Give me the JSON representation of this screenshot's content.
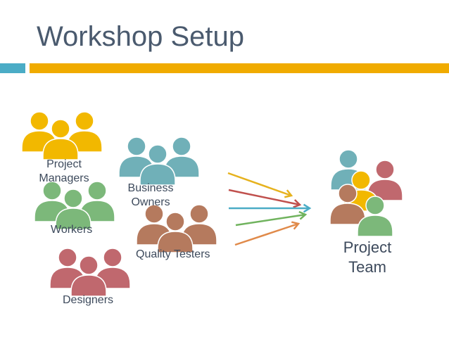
{
  "slide": {
    "title": "Workshop Setup",
    "accent_bar_color": "#4bacc6",
    "title_bar_color": "#f0ab00"
  },
  "groups": [
    {
      "id": "project-managers",
      "label_lines": [
        "Project",
        "Managers"
      ],
      "color": "#f2b800",
      "icon": "people-group-icon"
    },
    {
      "id": "business-owners",
      "label_lines": [
        "Business",
        "Owners"
      ],
      "color": "#70b0b8",
      "icon": "people-group-icon"
    },
    {
      "id": "workers",
      "label_lines": [
        "Workers"
      ],
      "color": "#7cb87a",
      "icon": "people-group-icon"
    },
    {
      "id": "quality-testers",
      "label_lines": [
        "Quality Testers"
      ],
      "color": "#b57a5e",
      "icon": "people-group-icon"
    },
    {
      "id": "designers",
      "label_lines": [
        "Designers"
      ],
      "color": "#c0686e",
      "icon": "people-group-icon"
    }
  ],
  "arrows": [
    {
      "color": "#e6b21e"
    },
    {
      "color": "#c0504d"
    },
    {
      "color": "#4bacc6"
    },
    {
      "color": "#70b35e"
    },
    {
      "color": "#e08a4a"
    }
  ],
  "project_team": {
    "label_lines": [
      "Project",
      "Team"
    ],
    "member_colors": [
      "#70b0b8",
      "#c0686e",
      "#f2b800",
      "#b57a5e",
      "#7cb87a"
    ],
    "icon": "people-group-icon"
  }
}
